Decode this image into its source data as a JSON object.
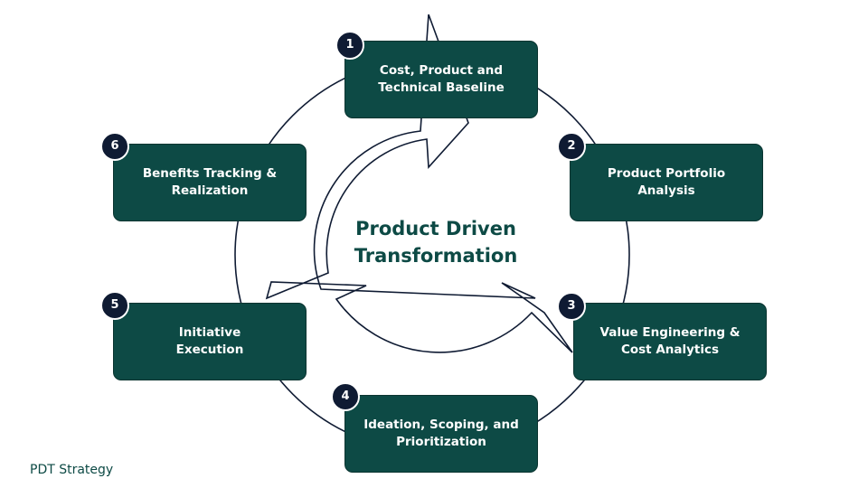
{
  "diagram": {
    "center_title": "Product Driven\nTransformation",
    "brand": "PDT Strategy",
    "colors": {
      "box_fill": "#0d4a45",
      "badge_fill": "#0f1b33",
      "ring_stroke": "#0f1b33",
      "title_text": "#0d4a45"
    },
    "steps": [
      {
        "number": "1",
        "label": "Cost, Product and\nTechnical Baseline"
      },
      {
        "number": "2",
        "label": "Product Portfolio\nAnalysis"
      },
      {
        "number": "3",
        "label": "Value Engineering &\nCost Analytics"
      },
      {
        "number": "4",
        "label": "Ideation, Scoping, and\nPrioritization"
      },
      {
        "number": "5",
        "label": "Initiative\nExecution"
      },
      {
        "number": "6",
        "label": "Benefits Tracking &\nRealization"
      }
    ]
  }
}
